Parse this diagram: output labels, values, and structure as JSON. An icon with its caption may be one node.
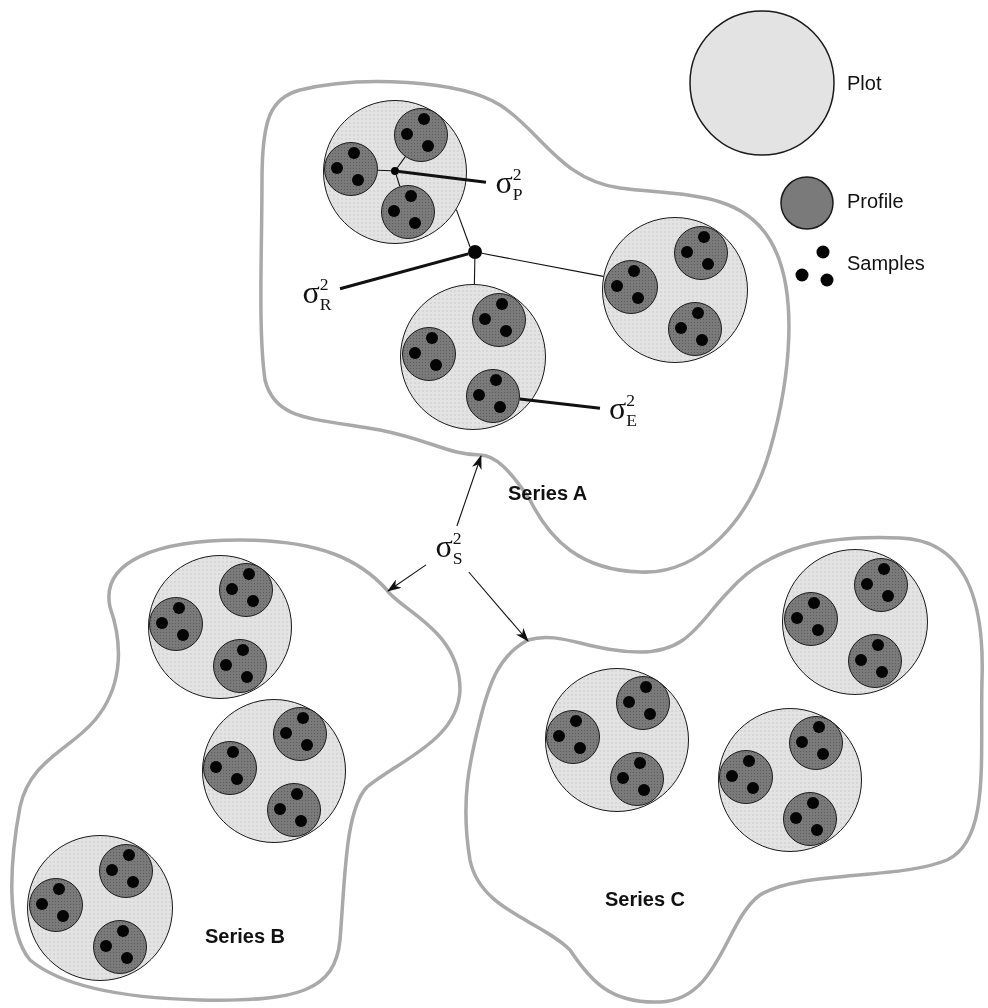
{
  "diagram": {
    "nodes": [
      {
        "text": [
          "Series A"
        ]
      },
      {
        "text": [],
        "shape": "circle",
        "in": 0
      },
      {
        "text": [],
        "shape": "circle",
        "in": 1
      },
      {
        "text": [],
        "shape": "circle",
        "in": 1
      },
      {
        "text": [],
        "shape": "circle",
        "in": 1
      },
      {
        "text": [],
        "shape": "circle",
        "in": 1
      },
      {
        "text": [],
        "shape": "circle",
        "in": 0
      },
      {
        "text": [],
        "shape": "circle",
        "in": 0
      },
      {
        "text": [],
        "shape": "circle",
        "in": 0
      },
      {
        "text": [],
        "shape": "circle",
        "in": 8
      },
      {
        "text": [],
        "shape": "circle",
        "in": 8
      },
      {
        "text": [],
        "shape": "circle",
        "in": 8
      },
      {
        "text": [
          "σ$^{2}$$_{P}$"
        ],
        "in": 0
      },
      {
        "text": [
          "σ$^{2}$$_{R}$"
        ],
        "in": 0
      },
      {
        "text": [
          "σ$^{2}$$_{E}$"
        ],
        "in": 0
      },
      {
        "text": [
          "σ$^{2}$$_{S}$"
        ]
      },
      {
        "text": [
          "Series B"
        ]
      },
      {
        "text": [
          "Series C"
        ]
      }
    ],
    "edges": [
      {
        "from": 12,
        "to": 4,
        "arrow": "none",
        "style": "thick"
      },
      {
        "from": 4,
        "to": 2,
        "arrow": "none"
      },
      {
        "from": 4,
        "to": 3,
        "arrow": "none"
      },
      {
        "from": 4,
        "to": 5,
        "arrow": "none"
      },
      {
        "from": 6,
        "to": 1,
        "arrow": "none"
      },
      {
        "from": 6,
        "to": 7,
        "arrow": "none"
      },
      {
        "from": 6,
        "to": 8,
        "arrow": "none"
      },
      {
        "from": 13,
        "to": 6,
        "arrow": "none",
        "style": "thick"
      },
      {
        "from": 14,
        "to": 11,
        "arrow": "none",
        "style": "thick"
      },
      {
        "from": 15,
        "to": 0,
        "arrow": "to"
      },
      {
        "from": 15,
        "to": 16,
        "arrow": "to"
      },
      {
        "from": 15,
        "to": 17,
        "arrow": "to"
      }
    ],
    "legend": [
      {
        "text": "Plot"
      },
      {
        "text": "Profile"
      },
      {
        "text": "Samples"
      }
    ]
  }
}
